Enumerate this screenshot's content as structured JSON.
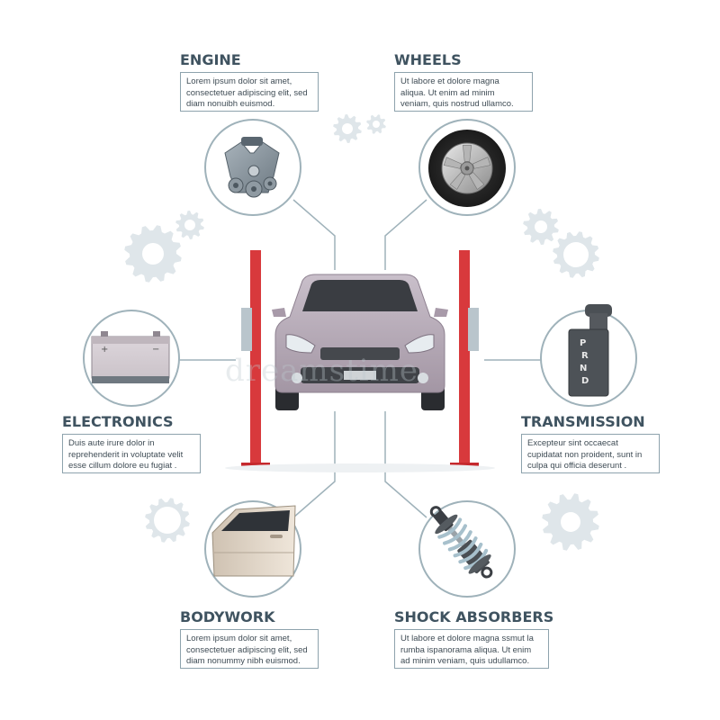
{
  "sections": {
    "engine": {
      "title": "ENGINE",
      "lines": [
        "Lorem ipsum dolor sit amet,",
        "consectetuer adipiscing elit, sed",
        "diam nonuibh euismod."
      ],
      "icon": "engine-icon"
    },
    "wheels": {
      "title": "WHEELS",
      "lines": [
        "Ut labore et dolore magna",
        "aliqua. Ut enim ad minim",
        "veniam, quis nostrud ullamco."
      ],
      "icon": "wheel-icon"
    },
    "electronics": {
      "title": "ELECTRONICS",
      "lines": [
        "Duis aute irure dolor in",
        "reprehenderit in voluptate velit",
        "esse cillum dolore eu fugiat ."
      ],
      "icon": "battery-icon"
    },
    "transmission": {
      "title": "TRANSMISSION",
      "lines": [
        "Excepteur sint occaecat",
        "cupidatat non proident, sunt in",
        "culpa qui officia deserunt ."
      ],
      "icon": "gear-shifter-icon",
      "gears": [
        "P",
        "R",
        "N",
        "D"
      ]
    },
    "bodywork": {
      "title": "BODYWORK",
      "lines": [
        "Lorem ipsum dolor sit amet,",
        "consectetuer adipiscing elit, sed",
        "diam nonummy nibh euismod."
      ],
      "icon": "car-door-icon"
    },
    "shock": {
      "title": "SHOCK ABSORBERS",
      "lines": [
        "Ut labore et dolore magna ssmut la",
        "rumba ispanorama aliqua. Ut enim",
        "ad minim veniam, quis udullamco."
      ],
      "icon": "shock-absorber-icon"
    }
  },
  "watermark": "dreamstime",
  "colors": {
    "title": "#3f5360",
    "box_border": "#8ea3ad",
    "circle_border": "#9fb2ba",
    "lift_red": "#d8393c",
    "car_body": "#b6a9b6",
    "gear_decor": "#dfe6ea"
  }
}
